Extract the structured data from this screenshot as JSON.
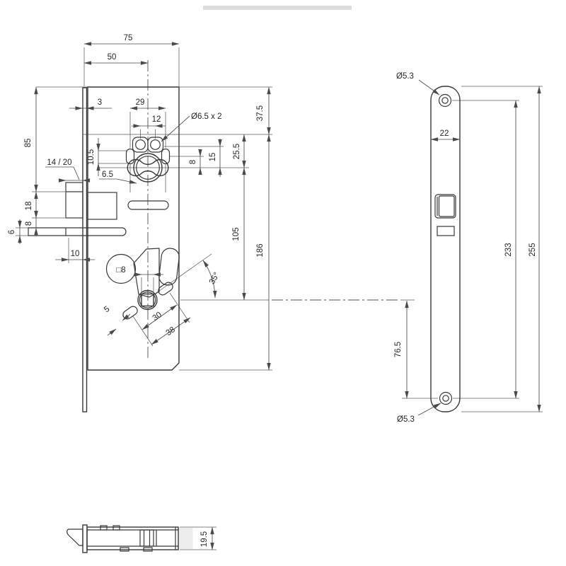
{
  "title": "mortise-lock-technical-drawing",
  "front": {
    "w75": "75",
    "w50": "50",
    "t3": "3",
    "s29": "29",
    "s12": "12",
    "holes_note": "Ø6.5 x 2",
    "o375": "37.5",
    "o255": "25.5",
    "v15": "15",
    "v8": "8",
    "m105": "105",
    "b186": "186",
    "slot105": "10.5",
    "sw65": "6.5",
    "latch_note": "14 / 20",
    "h85": "85",
    "h18": "18",
    "g8": "8",
    "t6": "6",
    "p10": "10",
    "square_note": "□8",
    "angle": "35°",
    "a30": "30",
    "a38": "38",
    "a5": "5"
  },
  "face": {
    "hole_top": "Ø5.3",
    "w22": "22",
    "cc233": "233",
    "len255": "255",
    "b765": "76.5",
    "hole_bottom": "Ø5.3"
  },
  "top": {
    "d195": "19.5"
  },
  "colors": {
    "line": "#383838",
    "background": "#ffffff",
    "shadow": "#ededed"
  }
}
